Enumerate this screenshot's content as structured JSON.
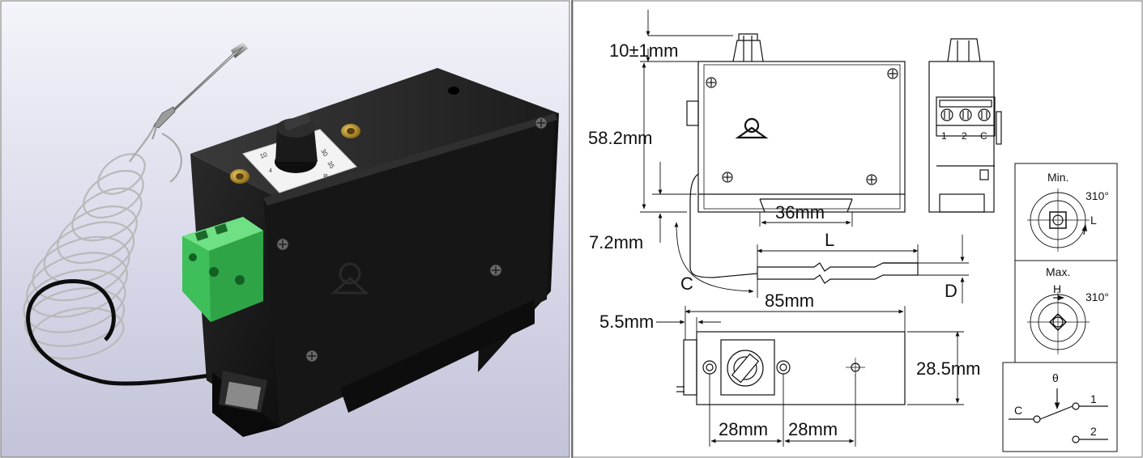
{
  "photo": {
    "dial_marks": [
      "10",
      "4",
      "30",
      "35",
      "40"
    ]
  },
  "drawing": {
    "dims": {
      "top_gap": "10±1mm",
      "height": "58.2mm",
      "bottom_gap": "7.2mm",
      "rail": "36mm",
      "probe_length": "L",
      "capillary": "C",
      "probe_dia": "D",
      "width": "85mm",
      "offset": "5.5mm",
      "depth": "28.5mm",
      "pitch_a": "28mm",
      "pitch_b": "28mm"
    },
    "terminals": [
      "1",
      "2",
      "C"
    ],
    "min_panel": {
      "title": "Min.",
      "angle": "310°",
      "marker": "L"
    },
    "max_panel": {
      "title": "Max.",
      "angle": "310°",
      "marker": "H"
    },
    "switch_panel": {
      "theta": "θ",
      "common": "C",
      "contact1": "1",
      "contact2": "2"
    }
  }
}
